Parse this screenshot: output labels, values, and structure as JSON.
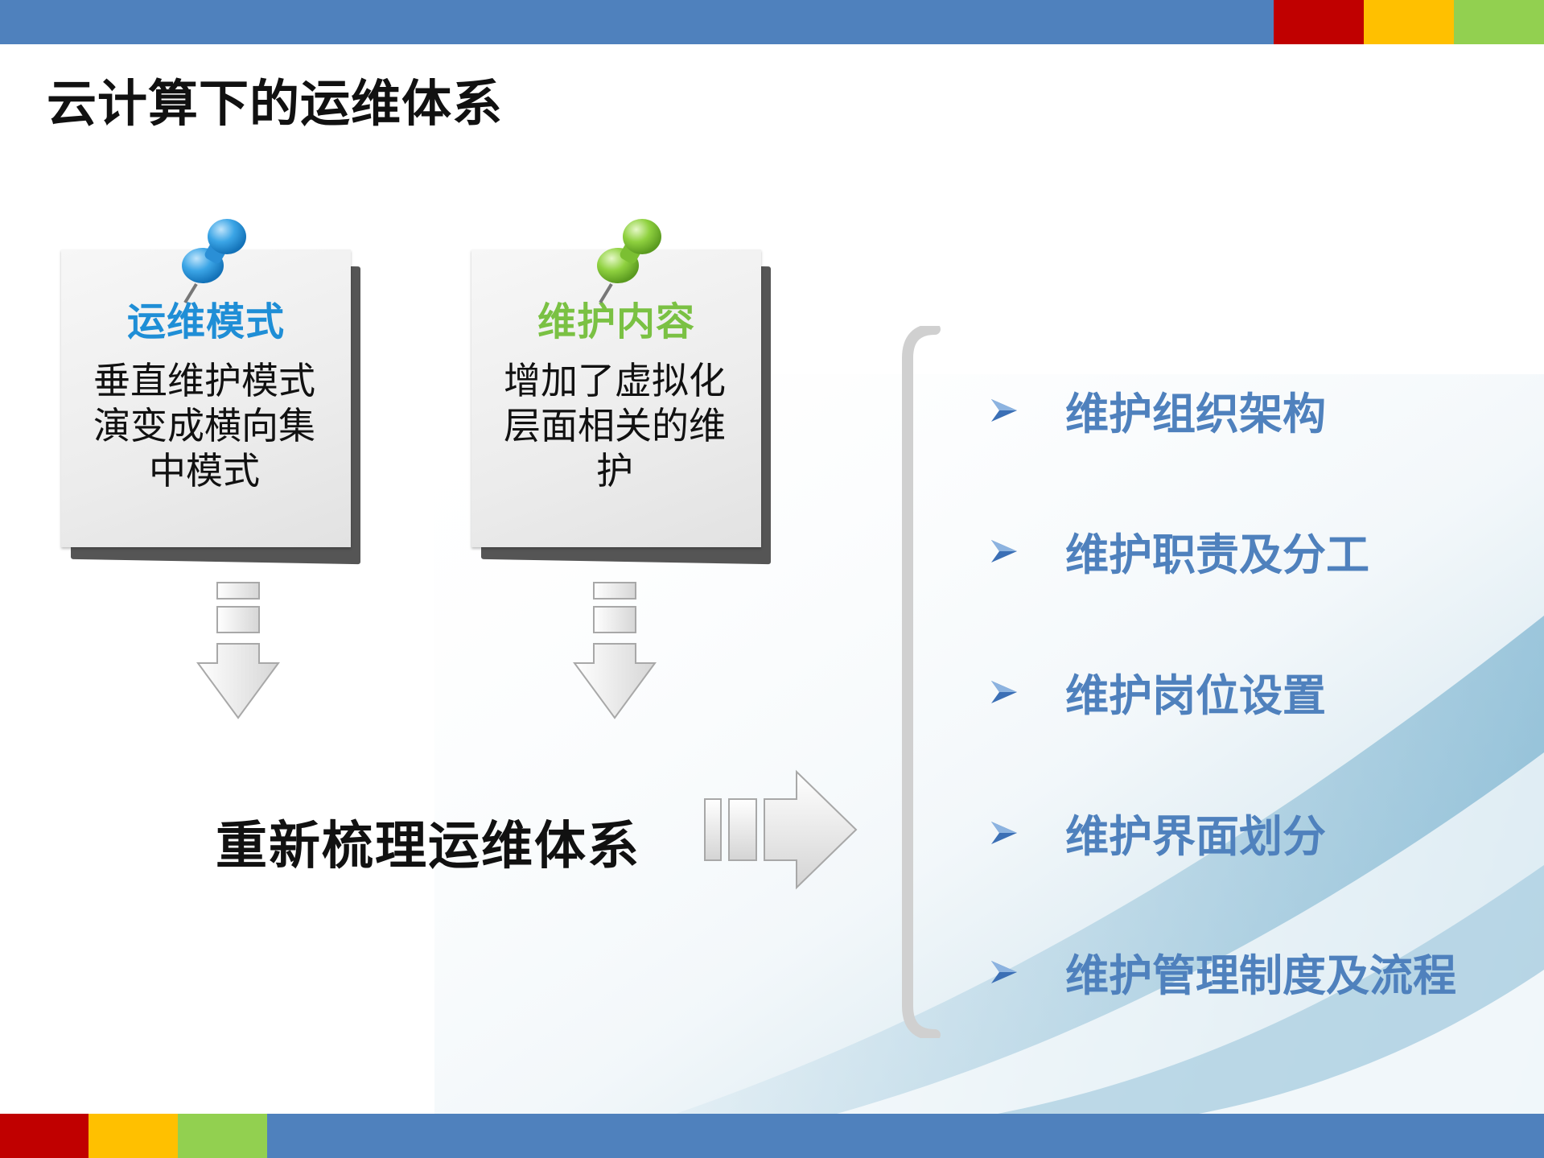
{
  "slide": {
    "title": "云计算下的运维体系"
  },
  "colors": {
    "bar_blue": "#4f81bd",
    "red": "#c00000",
    "yellow": "#ffc000",
    "green": "#92d050",
    "note1_title": "#1f8ed6",
    "note2_title": "#7ac143",
    "list_text": "#4f81bd"
  },
  "notes": [
    {
      "title": "运维模式",
      "body": "垂直维护模式演变成横向集中模式",
      "pin_icon": "blue-pushpin-icon"
    },
    {
      "title": "维护内容",
      "body": "增加了虚拟化层面相关的维护",
      "pin_icon": "green-pushpin-icon"
    }
  ],
  "conclusion": "重新梳理运维体系",
  "list": {
    "bullet_icon": "arrow-bullet-icon",
    "items": [
      "维护组织架构",
      "维护职责及分工",
      "维护岗位设置",
      "维护界面划分",
      "维护管理制度及流程"
    ]
  }
}
